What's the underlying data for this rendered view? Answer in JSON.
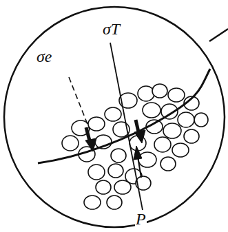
{
  "diagram": {
    "labels": [
      "σe",
      "σT",
      "P"
    ]
  }
}
